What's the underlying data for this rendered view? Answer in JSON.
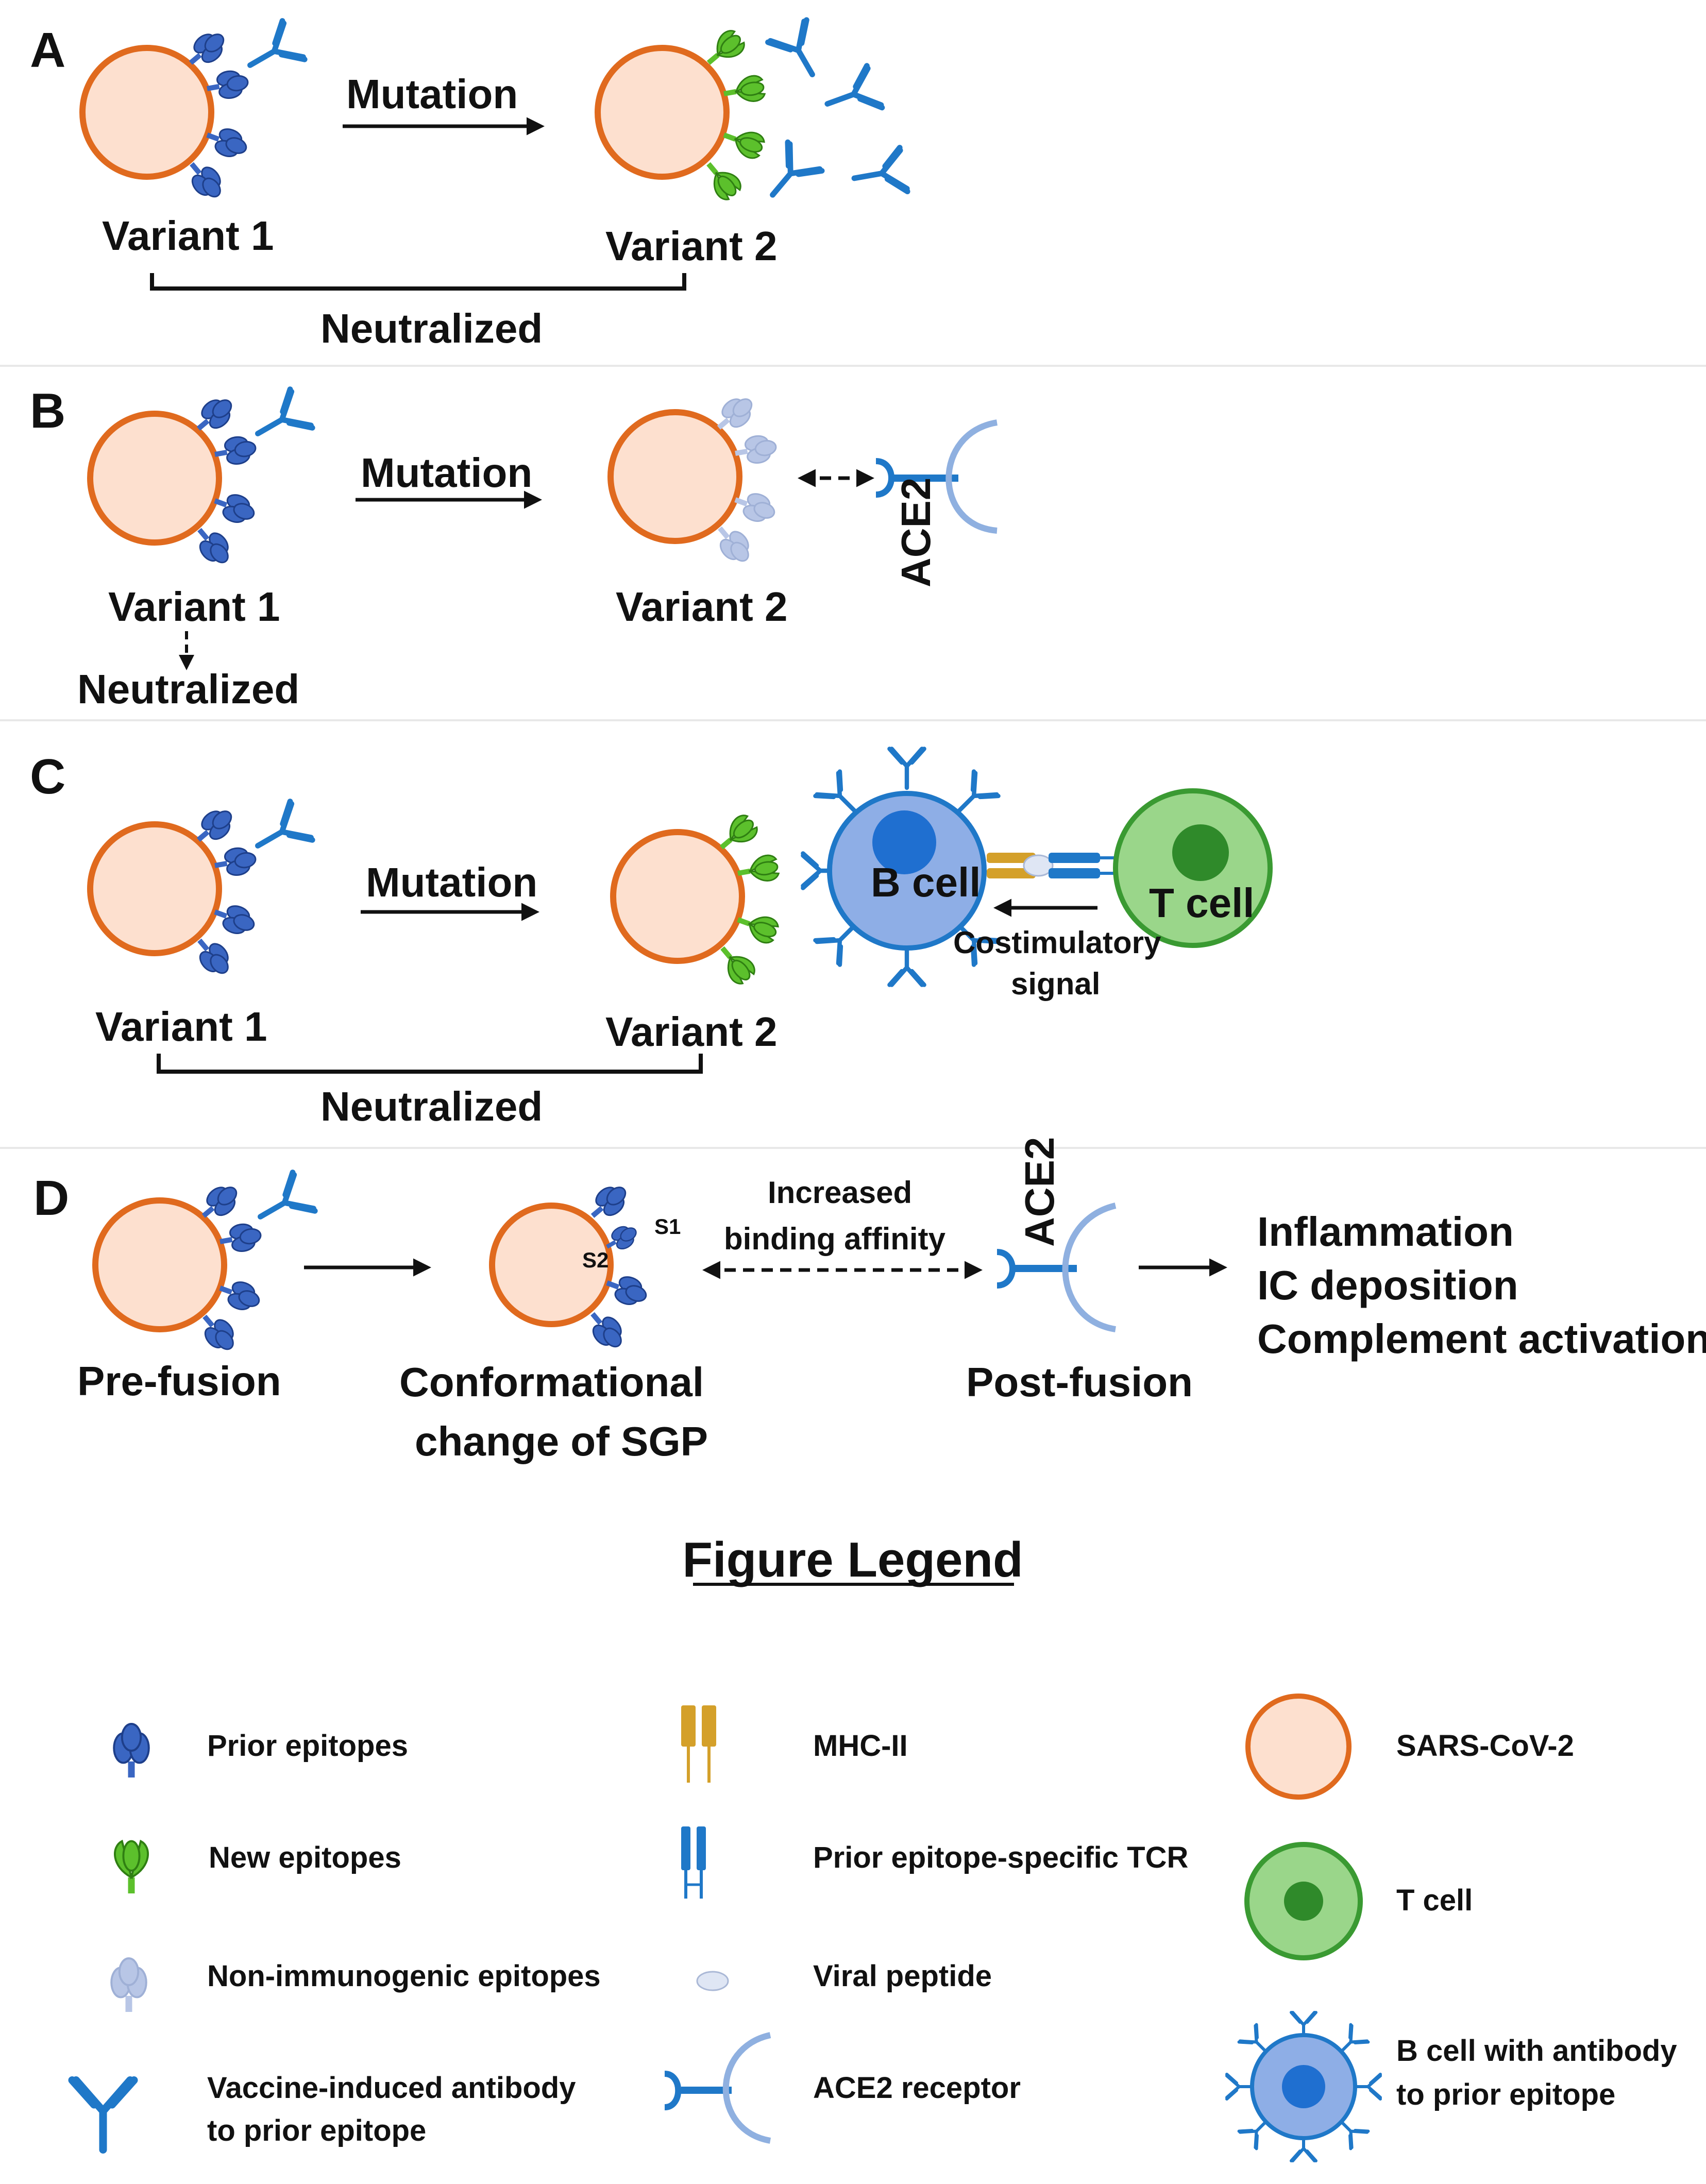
{
  "panels": {
    "a": {
      "letter": "A",
      "mutation": "Mutation",
      "variant1": "Variant 1",
      "variant2": "Variant 2",
      "neutralized": "Neutralized"
    },
    "b": {
      "letter": "B",
      "mutation": "Mutation",
      "variant1": "Variant 1",
      "variant2": "Variant 2",
      "neutralized": "Neutralized",
      "ace2": "ACE2"
    },
    "c": {
      "letter": "C",
      "mutation": "Mutation",
      "variant1": "Variant 1",
      "variant2": "Variant 2",
      "neutralized": "Neutralized",
      "bcell": "B cell",
      "tcell": "T cell",
      "costim1": "Costimulatory",
      "costim2": "signal"
    },
    "d": {
      "letter": "D",
      "prefusion": "Pre-fusion",
      "conf1": "Conformational",
      "conf2": "change of SGP",
      "s1": "S1",
      "s2": "S2",
      "inc1": "Increased",
      "inc2": "binding affinity",
      "ace2": "ACE2",
      "postfusion": "Post-fusion",
      "out1": "Inflammation",
      "out2": "IC deposition",
      "out3": "Complement activation"
    }
  },
  "legend": {
    "title": "Figure Legend",
    "prior": "Prior epitopes",
    "new": "New epitopes",
    "nonimm": "Non-immunogenic epitopes",
    "vacc1": "Vaccine-induced antibody",
    "vacc2": "to prior epitope",
    "mhc": "MHC-II",
    "tcr": "Prior epitope-specific TCR",
    "peptide": "Viral peptide",
    "ace2r": "ACE2 receptor",
    "sars": "SARS-CoV-2",
    "tcell": "T cell",
    "bcell1": "B cell with antibody",
    "bcell2": "to prior epitope"
  },
  "colors": {
    "virus_fill": "#fde0cf",
    "virus_stroke": "#e06a1e",
    "prior_epitope": "#3a66c2",
    "new_epitope": "#5cc02c",
    "nonimm_epitope": "#b8c6e6",
    "antibody": "#1f78c8",
    "ace2_light": "#8fb0e0",
    "bcell_fill": "#8eaee6",
    "bcell_nucleus": "#1f6fd0",
    "tcell_fill": "#9ad68a",
    "tcell_nucleus": "#2f8a2a",
    "mhc": "#d4a02a"
  }
}
